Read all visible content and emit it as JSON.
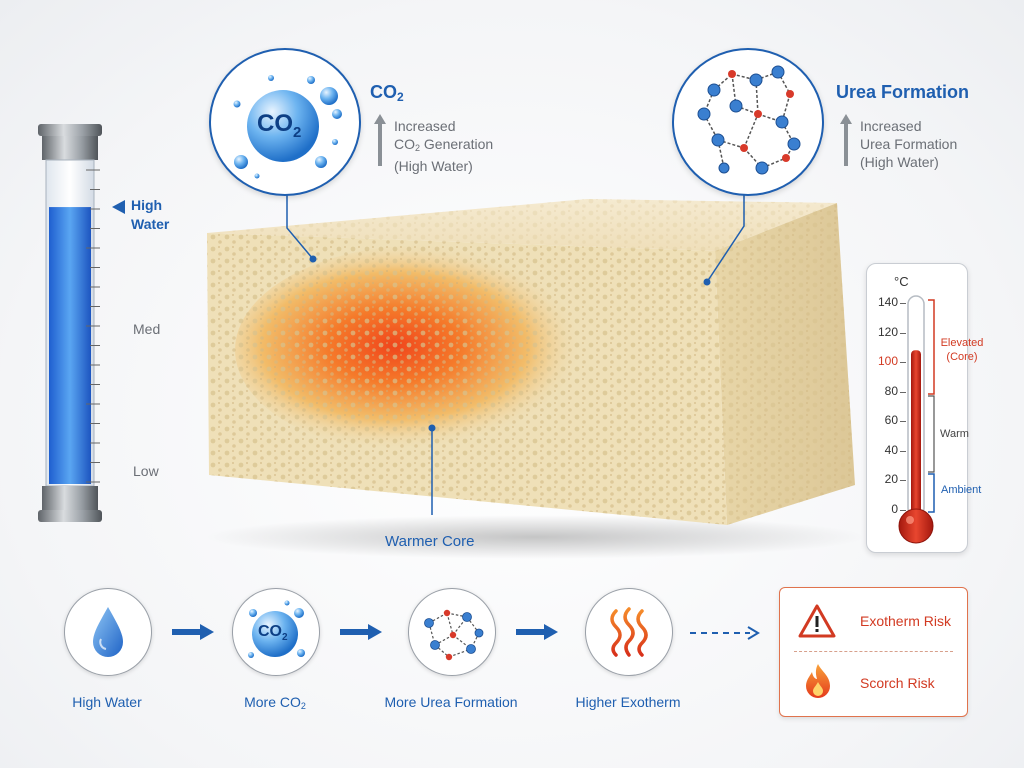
{
  "co2_callout": {
    "icon_text": "CO",
    "icon_sub": "2",
    "title": "CO",
    "title_sub": "2",
    "line1": "Increased",
    "line2_pre": "CO",
    "line2_sub": "2",
    "line2_post": " Generation",
    "line3": "(High Water)"
  },
  "urea_callout": {
    "title": "Urea Formation",
    "line1": "Increased",
    "line2": "Urea Formation",
    "line3": "(High Water)"
  },
  "water_gauge": {
    "high_label_1": "High",
    "high_label_2": "Water",
    "med_label": "Med",
    "low_label": "Low",
    "level": 0.86
  },
  "foam": {
    "core_label": "Warmer Core"
  },
  "thermometer": {
    "unit": "°C",
    "ticks": [
      "140",
      "120",
      "100",
      "80",
      "60",
      "40",
      "20",
      "0"
    ],
    "highlight_tick": "100",
    "reading": 108,
    "max": 140,
    "zones": {
      "elevated_1": "Elevated",
      "elevated_2": "(Core)",
      "warm": "Warm",
      "ambient": "Ambient"
    }
  },
  "flow": {
    "steps": [
      {
        "label": "High Water"
      },
      {
        "label_pre": "More CO",
        "label_sub": "2",
        "icon_text": "CO",
        "icon_sub": "2"
      },
      {
        "label": "More Urea Formation"
      },
      {
        "label": "Higher Exotherm"
      }
    ],
    "risks": {
      "exotherm": "Exotherm Risk",
      "scorch": "Scorch Risk"
    }
  },
  "colors": {
    "accent_blue": "#1f5fb0",
    "risk_red": "#d23a22",
    "foam_tan": "#efe0b8",
    "core_orange": "#f05a1e"
  }
}
